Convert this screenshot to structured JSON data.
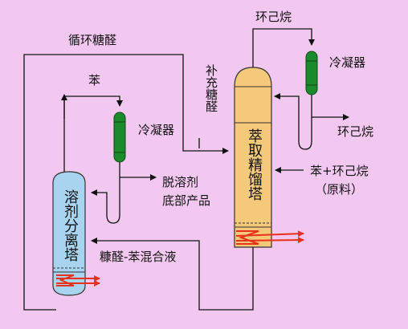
{
  "labels": {
    "cyclohexane_top": "环己烷",
    "recycle_furfural": "循环糖醛",
    "condenser_right": "冷凝器",
    "makeup_furfural": "补充糖醛",
    "benzene": "苯",
    "condenser_left": "冷凝器",
    "cyclohexane_out": "环己烷",
    "extractive_column": "萃取精馏塔",
    "feed_line1": "苯+环己烷",
    "feed_line2": "（原料）",
    "desolvent_line1": "脱溶剂",
    "desolvent_line2": "底部产品",
    "solvent_column": "溶剂分离塔",
    "mixture": "糠醛-苯混合液"
  },
  "colors": {
    "background": "#f2c8f0",
    "solvent_column_fill": "#a8d4f0",
    "extractive_column_fill": "#f5c97a",
    "condenser_fill": "#1a8a2a",
    "line": "#111111",
    "heater": "#e8301a"
  }
}
